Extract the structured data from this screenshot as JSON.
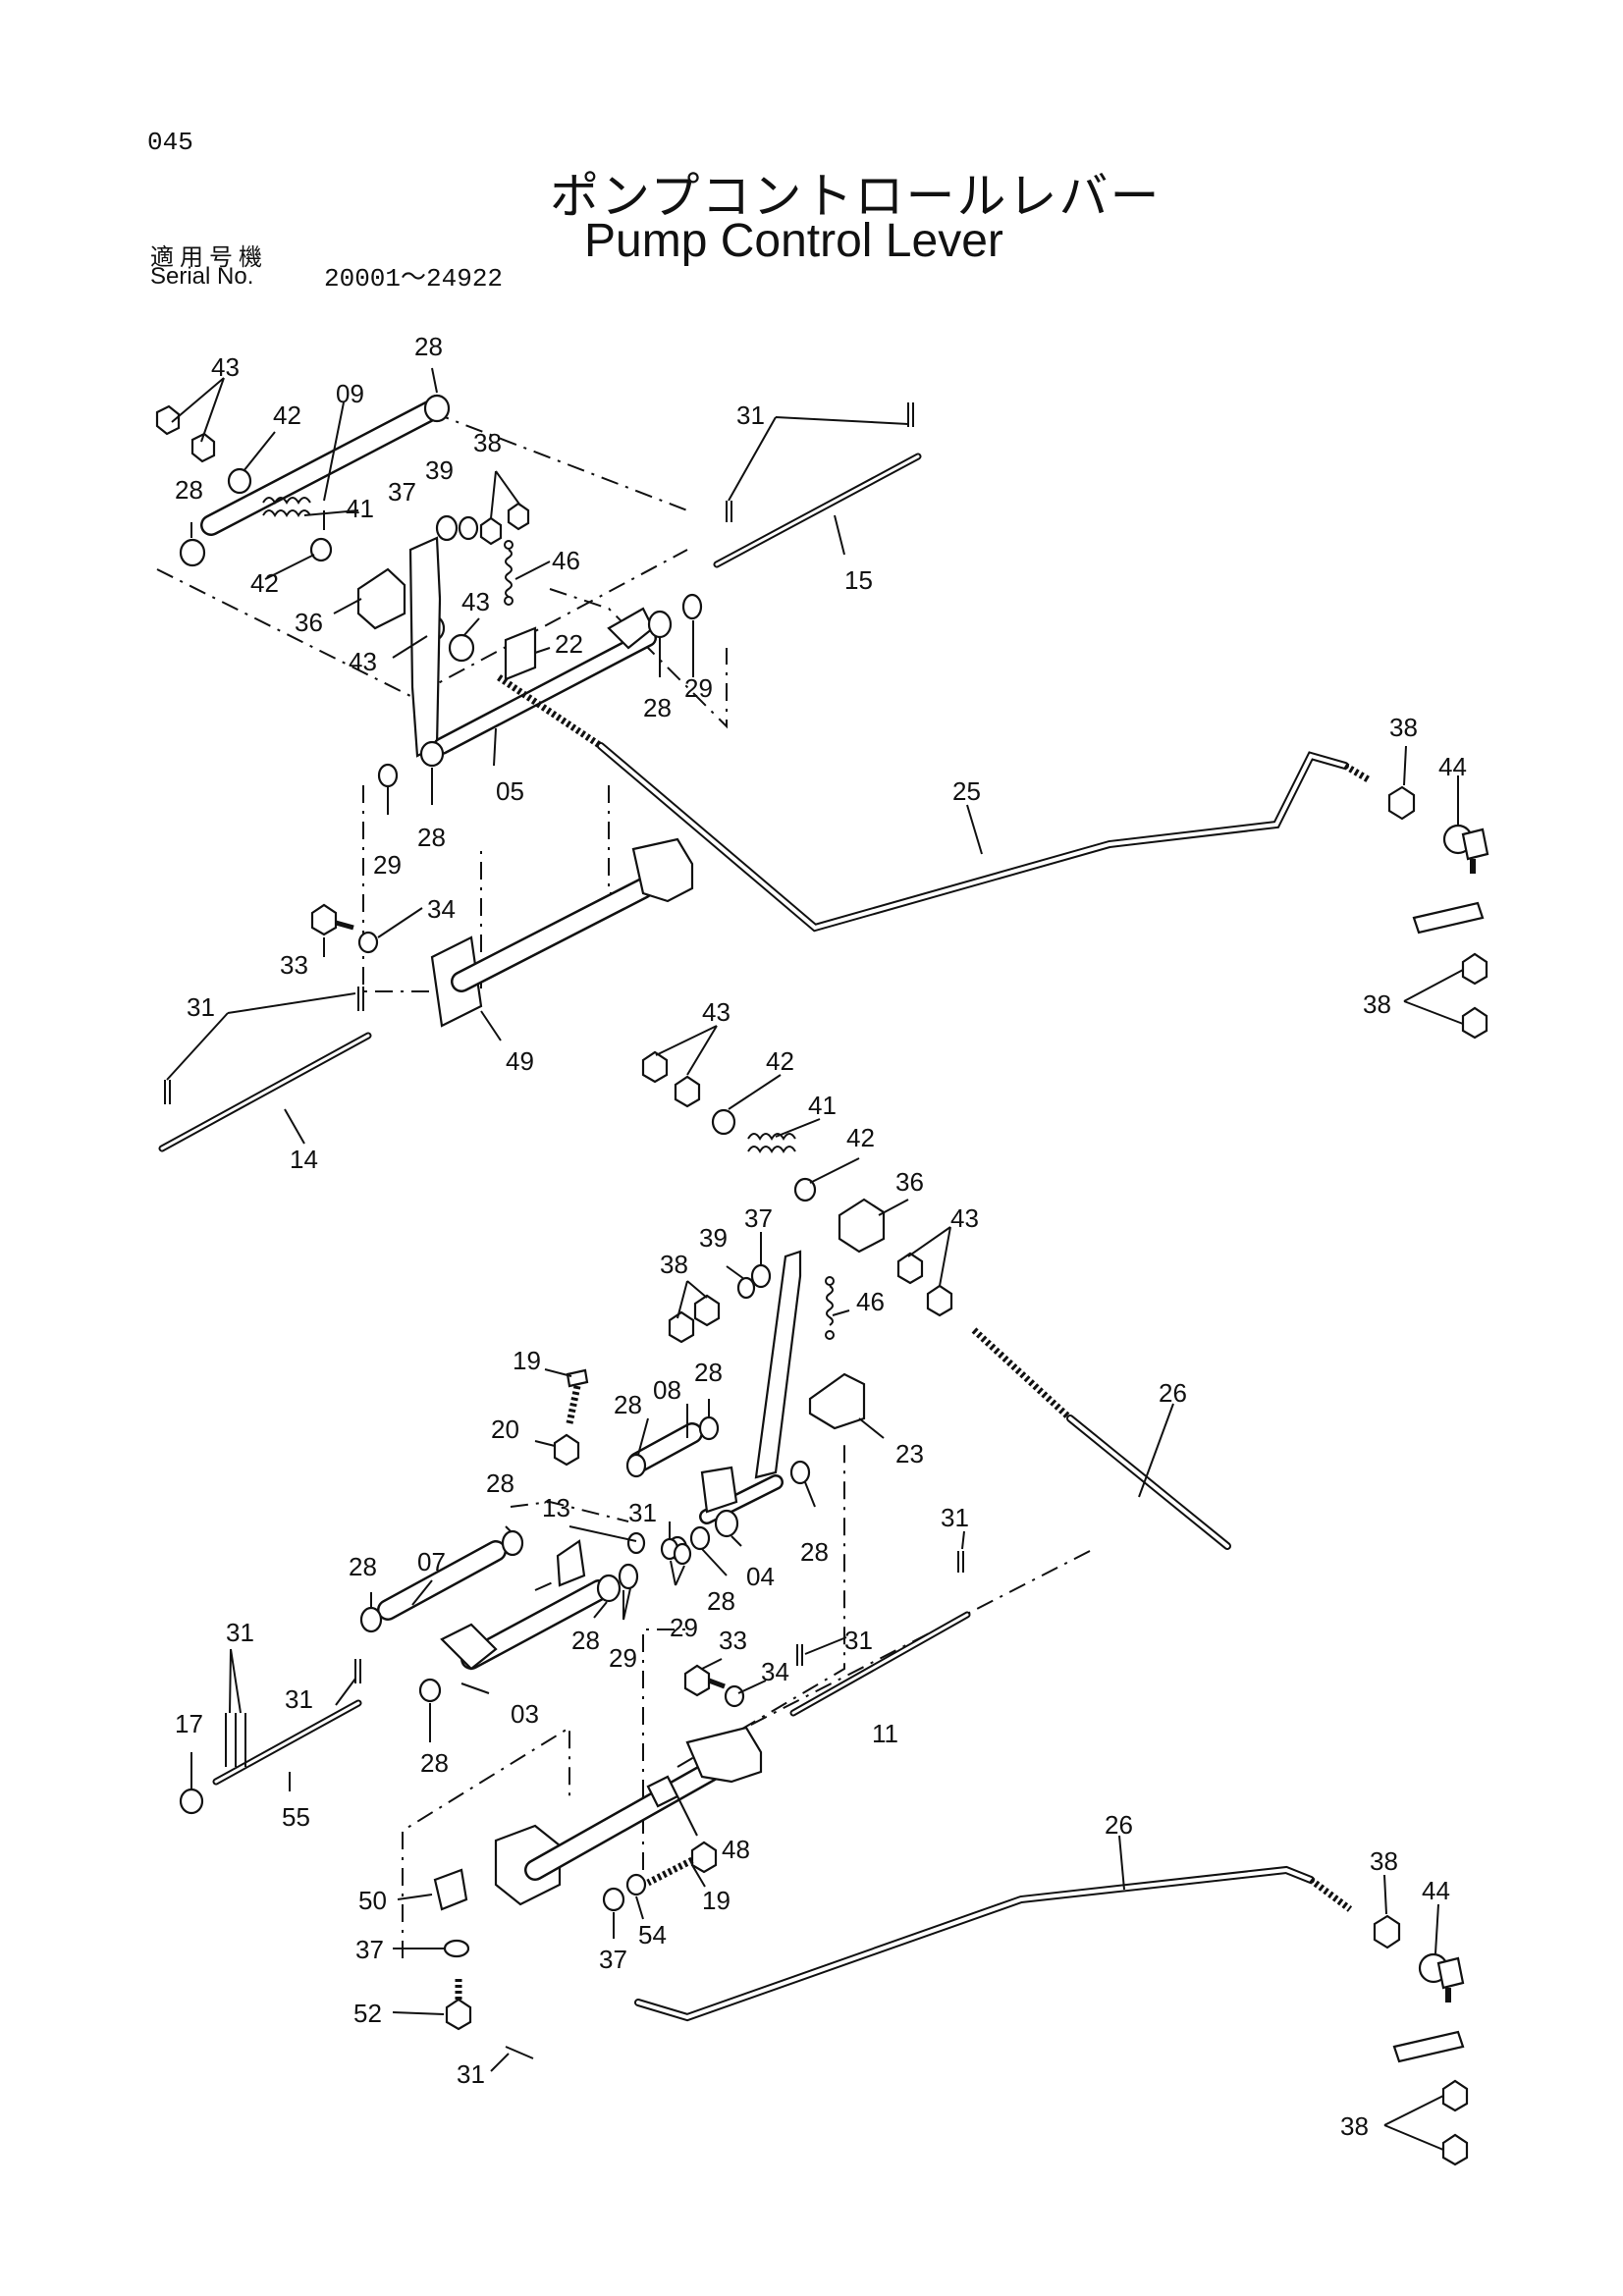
{
  "header": {
    "page_number": "045",
    "title_jp": "ポンプコントロールレバー",
    "title_en": "Pump Control Lever",
    "serial_label_jp": "適用号機",
    "serial_label_en": "Serial No.",
    "serial_range": "20001～24922"
  },
  "callouts": {
    "c_43a": "43",
    "c_28a": "28",
    "c_09": "09",
    "c_42a": "42",
    "c_38a": "38",
    "c_39a": "39",
    "c_37a": "37",
    "c_41a": "41",
    "c_28b": "28",
    "c_42b": "42",
    "c_36a": "36",
    "c_43b": "43",
    "c_43c": "43",
    "c_46a": "46",
    "c_22": "22",
    "c_28c": "28",
    "c_29a": "29",
    "c_05": "05",
    "c_29b": "29",
    "c_28d": "28",
    "c_31a": "31",
    "c_15": "15",
    "c_25": "25",
    "c_38b": "38",
    "c_44a": "44",
    "c_38c": "38",
    "c_33a": "33",
    "c_34a": "34",
    "c_31b": "31",
    "c_49": "49",
    "c_14": "14",
    "c_43d": "43",
    "c_42c": "42",
    "c_41b": "41",
    "c_42d": "42",
    "c_36b": "36",
    "c_43e": "43",
    "c_37b": "37",
    "c_39b": "39",
    "c_38d": "38",
    "c_46b": "46",
    "c_26a": "26",
    "c_19a": "19",
    "c_28e": "28",
    "c_08": "08",
    "c_28f": "28",
    "c_20": "20",
    "c_23": "23",
    "c_28g": "28",
    "c_31c": "31",
    "c_13": "13",
    "c_31d": "31",
    "c_07": "07",
    "c_28h": "28",
    "c_04": "04",
    "c_28i": "28",
    "c_28j": "28",
    "c_29c": "29",
    "c_31e": "31",
    "c_33b": "33",
    "c_31f": "31",
    "c_34b": "34",
    "c_29d": "29",
    "c_28k": "28",
    "c_03": "03",
    "c_31g": "31",
    "c_17": "17",
    "c_11": "11",
    "c_55": "55",
    "c_28l": "28",
    "c_48": "48",
    "c_26b": "26",
    "c_50": "50",
    "c_19b": "19",
    "c_38e": "38",
    "c_44b": "44",
    "c_37c": "37",
    "c_54": "54",
    "c_37d": "37",
    "c_52": "52",
    "c_31h": "31",
    "c_38f": "38"
  }
}
